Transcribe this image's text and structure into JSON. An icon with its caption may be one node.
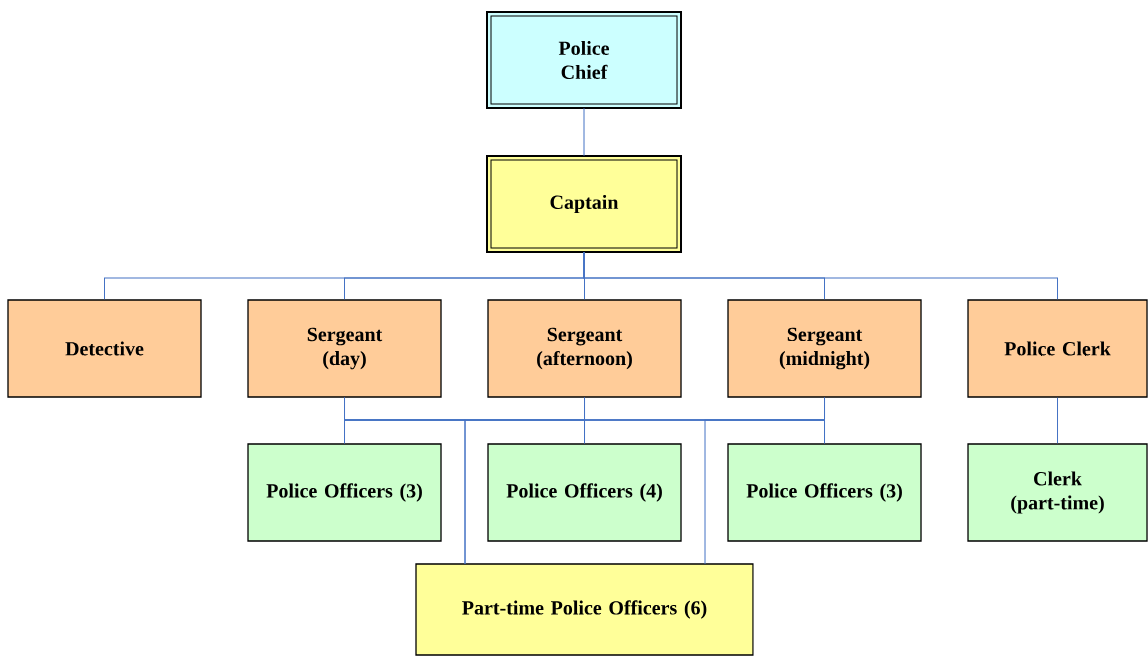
{
  "diagram": {
    "nodes": [
      {
        "text": [
          "Police Chief"
        ]
      },
      {
        "text": [
          "Captain"
        ]
      },
      {
        "text": [
          "Detective"
        ]
      },
      {
        "text": [
          "Sergeant (day)"
        ]
      },
      {
        "text": [
          "Sergeant (afternoon)"
        ]
      },
      {
        "text": [
          "Sergeant (midnight)"
        ]
      },
      {
        "text": [
          "Police Clerk"
        ]
      },
      {
        "text": [
          "Police Officers (3)"
        ]
      },
      {
        "text": [
          "Police Officers (4)"
        ]
      },
      {
        "text": [
          "Police Officers (3)"
        ]
      },
      {
        "text": [
          "Clerk (part-time)"
        ]
      },
      {
        "text": [
          "Part-time Police Officers (6)"
        ]
      }
    ],
    "edges": [
      {
        "from": 0,
        "to": 1,
        "arrow": "none"
      },
      {
        "from": 1,
        "to": 2,
        "arrow": "none"
      },
      {
        "from": 1,
        "to": 3,
        "arrow": "none"
      },
      {
        "from": 1,
        "to": 4,
        "arrow": "none"
      },
      {
        "from": 1,
        "to": 5,
        "arrow": "none"
      },
      {
        "from": 1,
        "to": 6,
        "arrow": "none"
      },
      {
        "from": 3,
        "to": 7,
        "arrow": "none"
      },
      {
        "from": 3,
        "to": 8,
        "arrow": "none"
      },
      {
        "from": 3,
        "to": 9,
        "arrow": "none"
      },
      {
        "from": 3,
        "to": 11,
        "arrow": "none"
      },
      {
        "from": 4,
        "to": 7,
        "arrow": "none"
      },
      {
        "from": 4,
        "to": 8,
        "arrow": "none"
      },
      {
        "from": 4,
        "to": 9,
        "arrow": "none"
      },
      {
        "from": 4,
        "to": 11,
        "arrow": "none"
      },
      {
        "from": 5,
        "to": 7,
        "arrow": "none"
      },
      {
        "from": 5,
        "to": 8,
        "arrow": "none"
      },
      {
        "from": 5,
        "to": 9,
        "arrow": "none"
      },
      {
        "from": 5,
        "to": 11,
        "arrow": "none"
      },
      {
        "from": 6,
        "to": 10,
        "arrow": "none"
      }
    ]
  }
}
